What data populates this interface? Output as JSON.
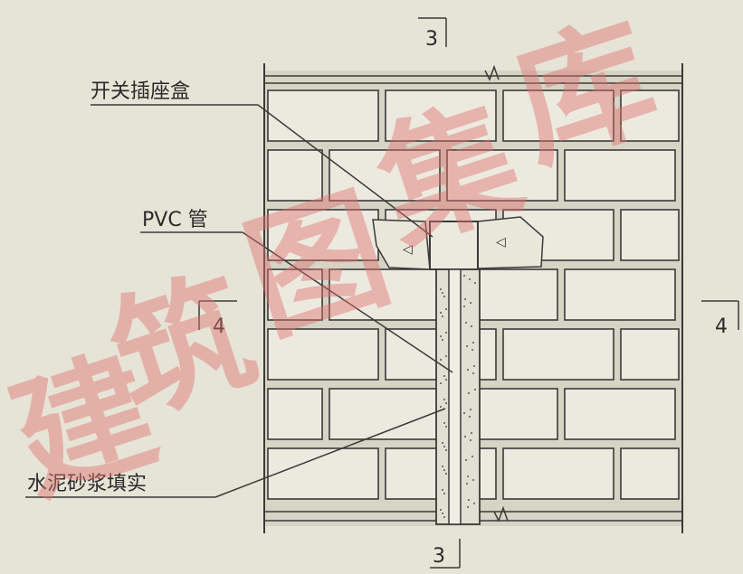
{
  "labels": {
    "switch_box": "开关插座盒",
    "pvc_pipe": "PVC 管",
    "mortar_fill": "水泥砂浆填实"
  },
  "section_marks": {
    "top": "3",
    "bottom": "3",
    "left": "4",
    "right": "4"
  },
  "watermark": {
    "chars": [
      "建",
      "筑",
      "图",
      "集",
      "库"
    ],
    "color": "#e07070"
  },
  "colors": {
    "line": "#3a3a3a",
    "paper": "#e6e4d6",
    "mortar": "#d4d2c2"
  }
}
